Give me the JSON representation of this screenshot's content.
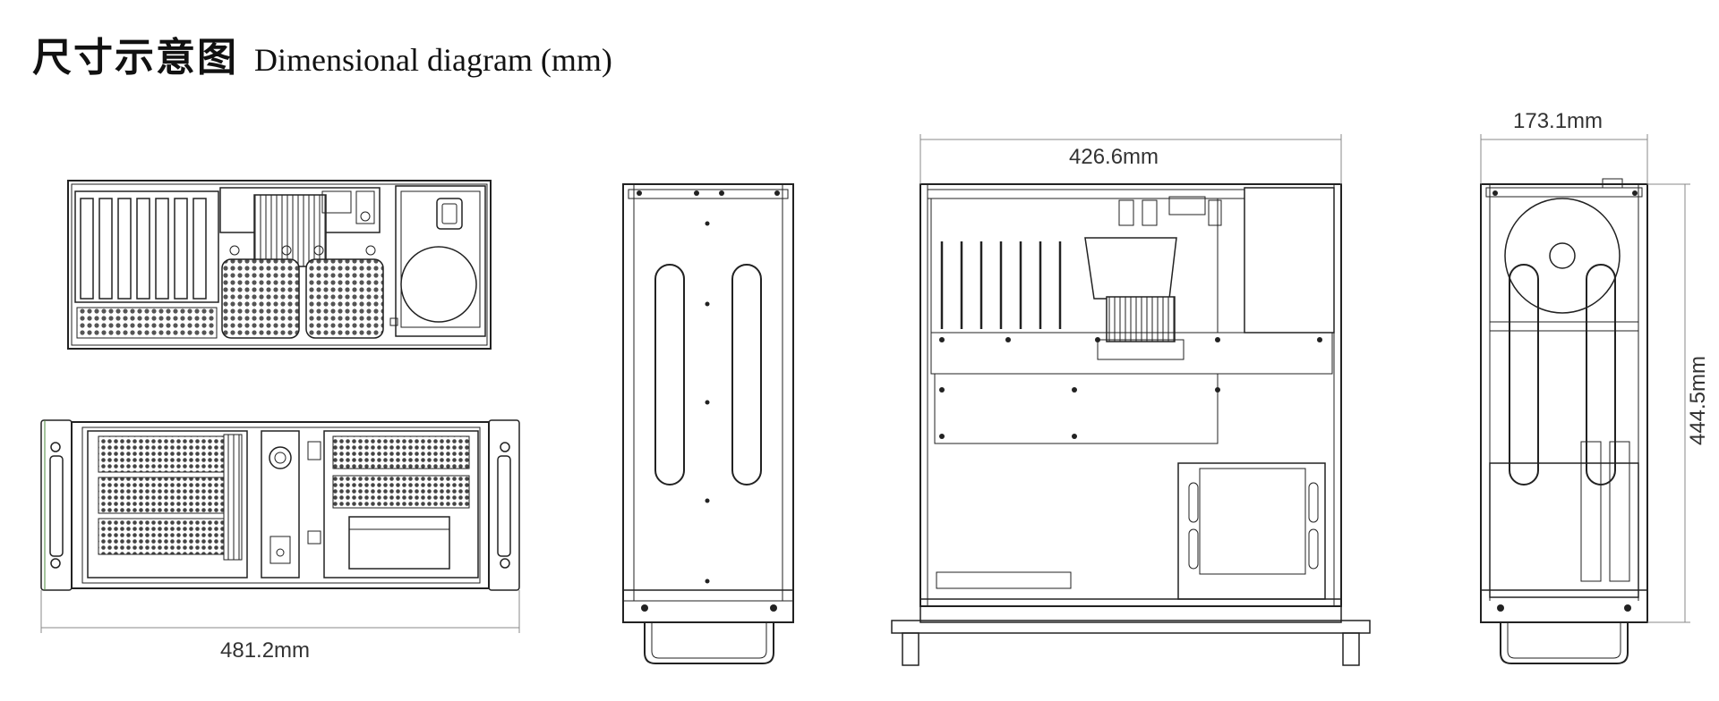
{
  "title": {
    "chinese": "尺寸示意图",
    "english": "Dimensional diagram (mm)"
  },
  "dimensions": {
    "front_width": "481.2mm",
    "top_width": "426.6mm",
    "side_depth": "173.1mm",
    "side_height": "444.5mm"
  },
  "colors": {
    "line": "#222222",
    "dim_line": "#888888",
    "fill_light": "#f4f4f4",
    "mesh": "#555555"
  }
}
